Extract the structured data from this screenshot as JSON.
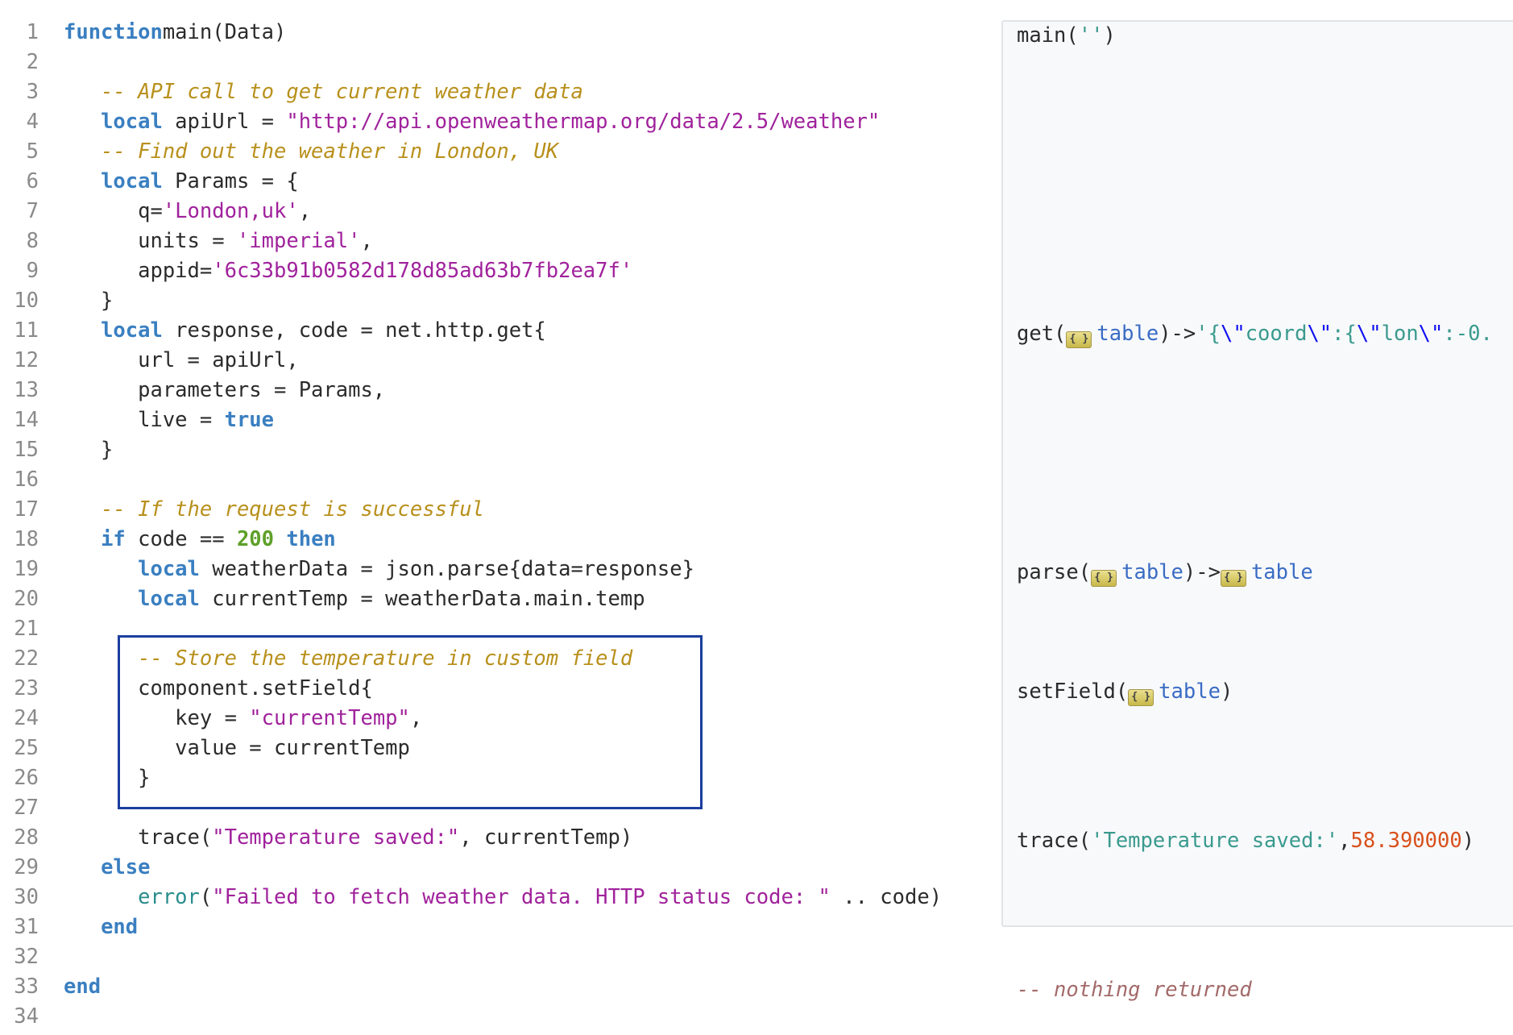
{
  "editor": {
    "lines": [
      [
        [
          "kw",
          "function"
        ],
        [
          "",
          "main(Data)"
        ]
      ],
      [],
      [
        [
          "",
          "   "
        ],
        [
          "cm",
          "-- API call to get current weather data"
        ]
      ],
      [
        [
          "",
          "   "
        ],
        [
          "kw",
          "local"
        ],
        [
          "",
          " apiUrl = "
        ],
        [
          "str",
          "\"http://api.openweathermap.org/data/2.5/weather\""
        ]
      ],
      [
        [
          "",
          "   "
        ],
        [
          "cm",
          "-- Find out the weather in London, UK"
        ]
      ],
      [
        [
          "",
          "   "
        ],
        [
          "kw",
          "local"
        ],
        [
          "",
          " Params = {"
        ]
      ],
      [
        [
          "",
          "      q="
        ],
        [
          "str",
          "'London,uk'"
        ],
        [
          "",
          ","
        ]
      ],
      [
        [
          "",
          "      units = "
        ],
        [
          "str",
          "'imperial'"
        ],
        [
          "",
          ","
        ]
      ],
      [
        [
          "",
          "      appid="
        ],
        [
          "str",
          "'6c33b91b0582d178d85ad63b7fb2ea7f'"
        ]
      ],
      [
        [
          "",
          "   }"
        ]
      ],
      [
        [
          "",
          "   "
        ],
        [
          "kw",
          "local"
        ],
        [
          "",
          " response, code = net.http.get{"
        ]
      ],
      [
        [
          "",
          "      url = apiUrl,"
        ]
      ],
      [
        [
          "",
          "      parameters = Params,"
        ]
      ],
      [
        [
          "",
          "      live = "
        ],
        [
          "kw",
          "true"
        ]
      ],
      [
        [
          "",
          "   }"
        ]
      ],
      [],
      [
        [
          "",
          "   "
        ],
        [
          "cm",
          "-- If the request is successful"
        ]
      ],
      [
        [
          "",
          "   "
        ],
        [
          "kw",
          "if"
        ],
        [
          "",
          " code == "
        ],
        [
          "num",
          "200"
        ],
        [
          "",
          ""
        ],
        [
          "kw",
          " then"
        ]
      ],
      [
        [
          "",
          "      "
        ],
        [
          "kw",
          "local"
        ],
        [
          "",
          " weatherData = json.parse{data=response}"
        ]
      ],
      [
        [
          "",
          "      "
        ],
        [
          "kw",
          "local"
        ],
        [
          "",
          " currentTemp = weatherData.main.temp"
        ]
      ],
      [],
      [
        [
          "",
          "      "
        ],
        [
          "cm",
          "-- Store the temperature in custom field"
        ]
      ],
      [
        [
          "",
          "      component.setField{"
        ]
      ],
      [
        [
          "",
          "         key = "
        ],
        [
          "str",
          "\"currentTemp\""
        ],
        [
          "",
          ","
        ]
      ],
      [
        [
          "",
          "         value = currentTemp"
        ]
      ],
      [
        [
          "",
          "      }"
        ]
      ],
      [],
      [
        [
          "",
          "      trace("
        ],
        [
          "str",
          "\"Temperature saved:\""
        ],
        [
          "",
          ", currentTemp)"
        ]
      ],
      [
        [
          "",
          "   "
        ],
        [
          "kw",
          "else"
        ]
      ],
      [
        [
          "",
          "      "
        ],
        [
          "fn",
          "error"
        ],
        [
          "",
          "("
        ],
        [
          "str",
          "\"Failed to fetch weather data. HTTP status code: \""
        ],
        [
          "",
          " .. code)"
        ]
      ],
      [
        [
          "",
          "   "
        ],
        [
          "kw",
          "end"
        ]
      ],
      [],
      [
        [
          "kw",
          "end"
        ]
      ],
      []
    ]
  },
  "output": {
    "lines": {
      "1": [
        [
          "",
          "main("
        ],
        [
          "rs",
          "''"
        ],
        [
          "",
          ")"
        ]
      ],
      "11": [
        [
          "",
          "get("
        ],
        [
          "icon",
          "{ }"
        ],
        [
          "rt",
          "table"
        ],
        [
          "",
          ")->"
        ],
        [
          "rs",
          "'{"
        ],
        [
          "re",
          "\\\""
        ],
        [
          "rs",
          "coord"
        ],
        [
          "re",
          "\\\""
        ],
        [
          "rs",
          ":{"
        ],
        [
          "re",
          "\\\""
        ],
        [
          "rs",
          "lon"
        ],
        [
          "re",
          "\\\""
        ],
        [
          "rs",
          ":-0."
        ]
      ],
      "19": [
        [
          "",
          "parse("
        ],
        [
          "icon",
          "{ }"
        ],
        [
          "rt",
          "table"
        ],
        [
          "",
          ")->"
        ],
        [
          "icon",
          "{ }"
        ],
        [
          "rt",
          "table"
        ]
      ],
      "23": [
        [
          "",
          "setField("
        ],
        [
          "icon",
          "{ }"
        ],
        [
          "rt",
          "table"
        ],
        [
          "",
          ")"
        ]
      ],
      "28": [
        [
          "",
          "trace("
        ],
        [
          "rs",
          "'Temperature saved:'"
        ],
        [
          "",
          ","
        ],
        [
          "rn",
          "58.390000"
        ],
        [
          "",
          ")"
        ]
      ],
      "33": [
        [
          "rc",
          "-- nothing returned"
        ]
      ]
    }
  }
}
